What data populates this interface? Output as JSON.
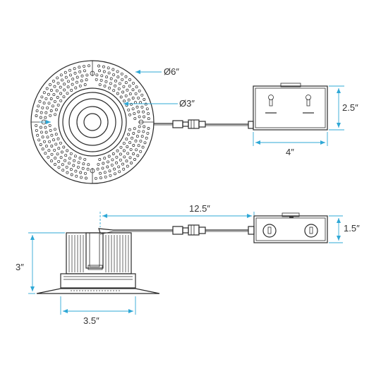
{
  "dimensions": {
    "trim_diameter": "Ø6″",
    "aperture_diameter": "Ø3″",
    "box_width": "4″",
    "box_height": "2.5″",
    "cable_length": "12.5″",
    "box_depth": "1.5″",
    "fixture_height": "3″",
    "fixture_width": "3.5″"
  },
  "colors": {
    "dimension": "#2fa8d6",
    "outline": "#2a2a2a"
  }
}
